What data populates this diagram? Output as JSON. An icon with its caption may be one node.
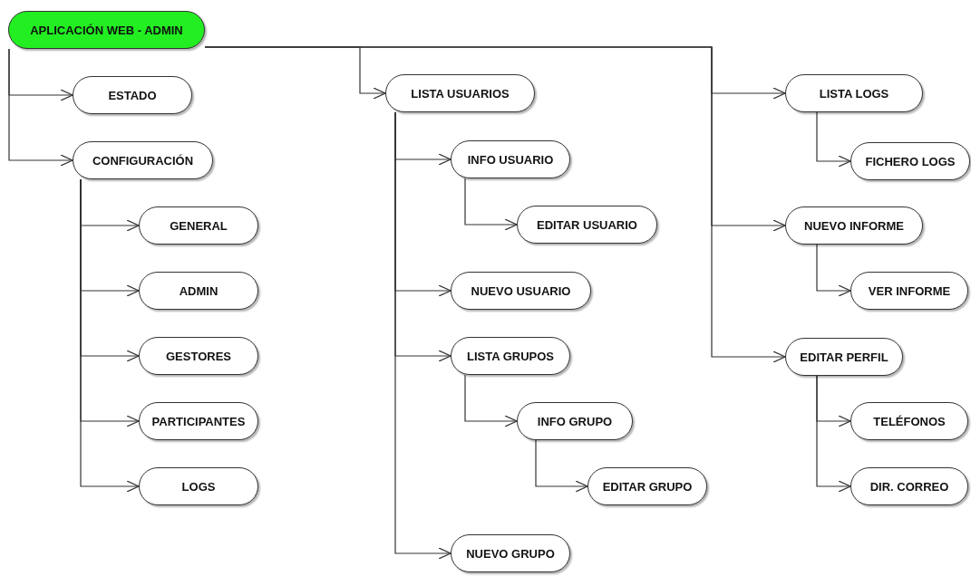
{
  "diagram": {
    "nodes": [
      {
        "text": [
          "APLICACIÓN WEB - ADMIN"
        ]
      },
      {
        "text": [
          "ESTADO"
        ]
      },
      {
        "text": [
          "CONFIGURACIÓN"
        ]
      },
      {
        "text": [
          "GENERAL"
        ]
      },
      {
        "text": [
          "ADMIN"
        ]
      },
      {
        "text": [
          "GESTORES"
        ]
      },
      {
        "text": [
          "PARTICIPANTES"
        ]
      },
      {
        "text": [
          "LOGS"
        ]
      },
      {
        "text": [
          "LISTA USUARIOS"
        ]
      },
      {
        "text": [
          "INFO USUARIO"
        ]
      },
      {
        "text": [
          "EDITAR USUARIO"
        ]
      },
      {
        "text": [
          "NUEVO USUARIO"
        ]
      },
      {
        "text": [
          "LISTA GRUPOS"
        ]
      },
      {
        "text": [
          "INFO GRUPO"
        ]
      },
      {
        "text": [
          "EDITAR GRUPO"
        ]
      },
      {
        "text": [
          "NUEVO GRUPO"
        ]
      },
      {
        "text": [
          "LISTA LOGS"
        ]
      },
      {
        "text": [
          "FICHERO LOGS"
        ]
      },
      {
        "text": [
          "NUEVO INFORME"
        ]
      },
      {
        "text": [
          "VER INFORME"
        ]
      },
      {
        "text": [
          "EDITAR PERFIL"
        ]
      },
      {
        "text": [
          "TELÉFONOS"
        ]
      },
      {
        "text": [
          "DIR. CORREO"
        ]
      }
    ],
    "edges": [
      {
        "from": 0,
        "to": 1,
        "arrow": "to"
      },
      {
        "from": 0,
        "to": 2,
        "arrow": "to"
      },
      {
        "from": 2,
        "to": 3,
        "arrow": "to"
      },
      {
        "from": 2,
        "to": 4,
        "arrow": "to"
      },
      {
        "from": 2,
        "to": 5,
        "arrow": "to"
      },
      {
        "from": 2,
        "to": 6,
        "arrow": "to"
      },
      {
        "from": 2,
        "to": 7,
        "arrow": "to"
      },
      {
        "from": 0,
        "to": 8,
        "arrow": "to"
      },
      {
        "from": 8,
        "to": 9,
        "arrow": "to"
      },
      {
        "from": 9,
        "to": 10,
        "arrow": "to"
      },
      {
        "from": 8,
        "to": 11,
        "arrow": "to"
      },
      {
        "from": 8,
        "to": 12,
        "arrow": "to"
      },
      {
        "from": 12,
        "to": 13,
        "arrow": "to"
      },
      {
        "from": 13,
        "to": 14,
        "arrow": "to"
      },
      {
        "from": 8,
        "to": 15,
        "arrow": "to"
      },
      {
        "from": 0,
        "to": 16,
        "arrow": "to"
      },
      {
        "from": 16,
        "to": 17,
        "arrow": "to"
      },
      {
        "from": 0,
        "to": 18,
        "arrow": "to"
      },
      {
        "from": 18,
        "to": 19,
        "arrow": "to"
      },
      {
        "from": 0,
        "to": 20,
        "arrow": "to"
      },
      {
        "from": 20,
        "to": 21,
        "arrow": "to"
      },
      {
        "from": 20,
        "to": 22,
        "arrow": "to"
      }
    ]
  }
}
